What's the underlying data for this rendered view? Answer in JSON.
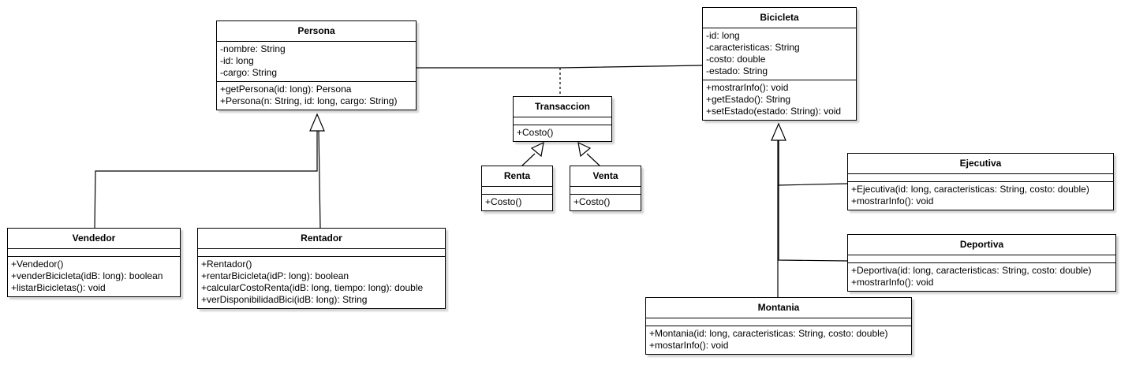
{
  "classes": {
    "persona": {
      "name": "Persona",
      "attributes": [
        "-nombre: String",
        "-id: long",
        "-cargo: String"
      ],
      "methods": [
        "+getPersona(id: long): Persona",
        "+Persona(n: String, id: long, cargo: String)"
      ]
    },
    "vendedor": {
      "name": "Vendedor",
      "attributes": [],
      "methods": [
        "+Vendedor()",
        "+venderBicicleta(idB: long): boolean",
        "+listarBicicletas(): void"
      ]
    },
    "rentador": {
      "name": "Rentador",
      "attributes": [],
      "methods": [
        "+Rentador()",
        "+rentarBicicleta(idP: long): boolean",
        "+calcularCostoRenta(idB: long, tiempo: long): double",
        "+verDisponibilidadBici(idB: long): String"
      ]
    },
    "transaccion": {
      "name": "Transaccion",
      "attributes": [],
      "methods": [
        "+Costo()"
      ]
    },
    "renta": {
      "name": "Renta",
      "attributes": [],
      "methods": [
        "+Costo()"
      ]
    },
    "venta": {
      "name": "Venta",
      "attributes": [],
      "methods": [
        "+Costo()"
      ]
    },
    "bicicleta": {
      "name": "Bicicleta",
      "attributes": [
        "-id: long",
        "-caracteristicas: String",
        "-costo: double",
        "-estado: String"
      ],
      "methods": [
        "+mostrarInfo(): void",
        "+getEstado(): String",
        "+setEstado(estado: String): void"
      ]
    },
    "ejecutiva": {
      "name": "Ejecutiva",
      "attributes": [],
      "methods": [
        "+Ejecutiva(id: long, caracteristicas: String, costo: double)",
        "+mostrarInfo(): void"
      ]
    },
    "deportiva": {
      "name": "Deportiva",
      "attributes": [],
      "methods": [
        "+Deportiva(id: long, caracteristicas: String, costo: double)",
        "+mostrarInfo(): void"
      ]
    },
    "montania": {
      "name": "Montania",
      "attributes": [],
      "methods": [
        "+Montania(id: long, caracteristicas: String, costo: double)",
        "+mostarInfo(): void"
      ]
    }
  },
  "relations": [
    {
      "type": "generalization",
      "from": "vendedor",
      "to": "persona"
    },
    {
      "type": "generalization",
      "from": "rentador",
      "to": "persona"
    },
    {
      "type": "generalization",
      "from": "renta",
      "to": "transaccion"
    },
    {
      "type": "generalization",
      "from": "venta",
      "to": "transaccion"
    },
    {
      "type": "generalization",
      "from": "ejecutiva",
      "to": "bicicleta"
    },
    {
      "type": "generalization",
      "from": "deportiva",
      "to": "bicicleta"
    },
    {
      "type": "generalization",
      "from": "montania",
      "to": "bicicleta"
    },
    {
      "type": "association",
      "from": "persona",
      "to": "bicicleta"
    },
    {
      "type": "association-class",
      "from": "transaccion",
      "to": "persona-bicicleta"
    }
  ],
  "colors": {
    "line": "#000000",
    "box_fill": "#ffffff",
    "background": "#ffffff"
  }
}
